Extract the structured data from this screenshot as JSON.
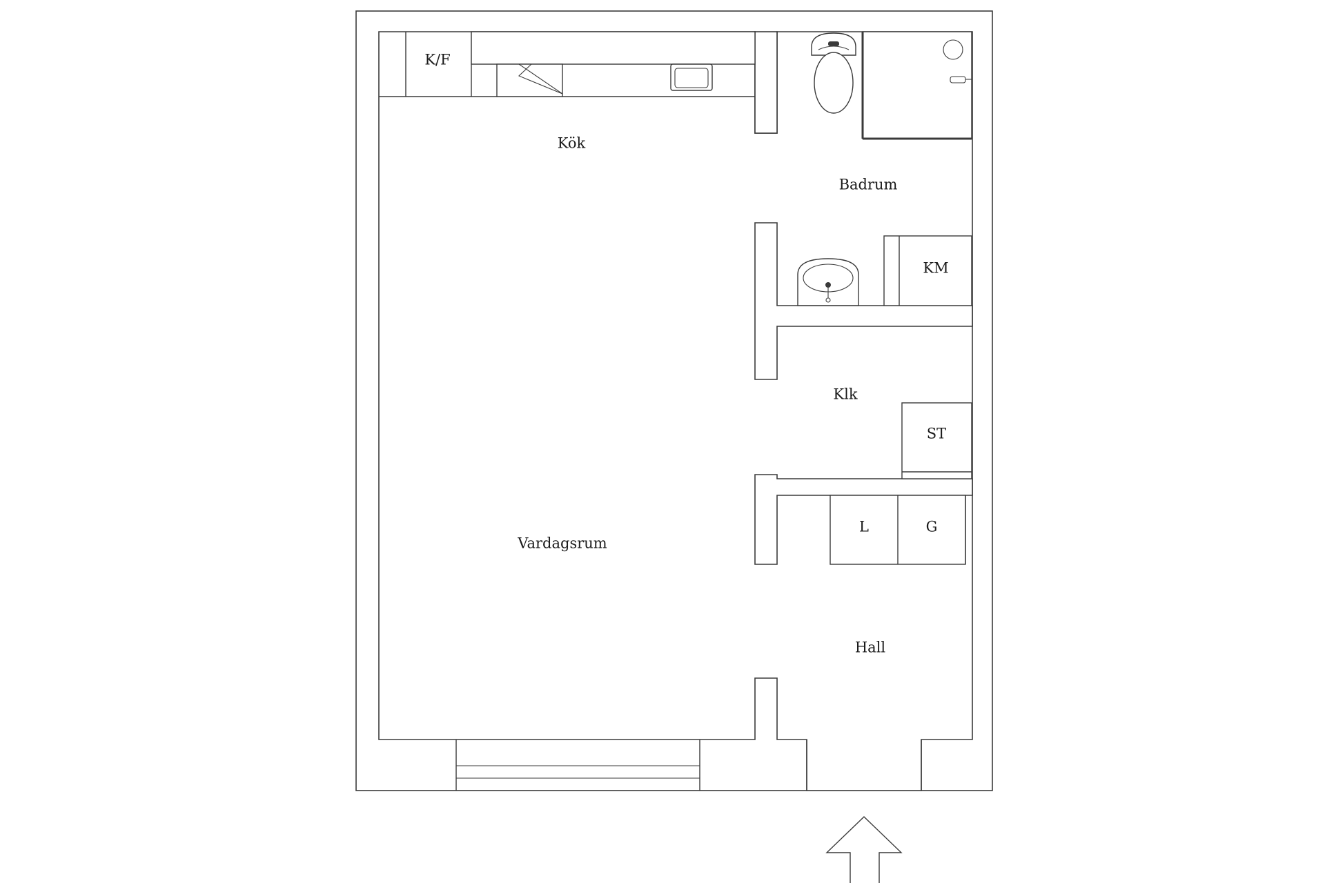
{
  "rooms": {
    "kitchen": "Kök",
    "bathroom": "Badrum",
    "closet": "Klk",
    "living_room": "Vardagsrum",
    "hall": "Hall"
  },
  "fixtures": {
    "fridge_freezer": "K/F",
    "washing_machine": "KM",
    "storage": "ST",
    "l_closet": "L",
    "g_closet": "G"
  },
  "icons": [
    "fridge-freezer-unit",
    "dishwasher",
    "kitchen-sink",
    "toilet",
    "shower",
    "washbasin",
    "washing-machine",
    "entrance-arrow"
  ]
}
